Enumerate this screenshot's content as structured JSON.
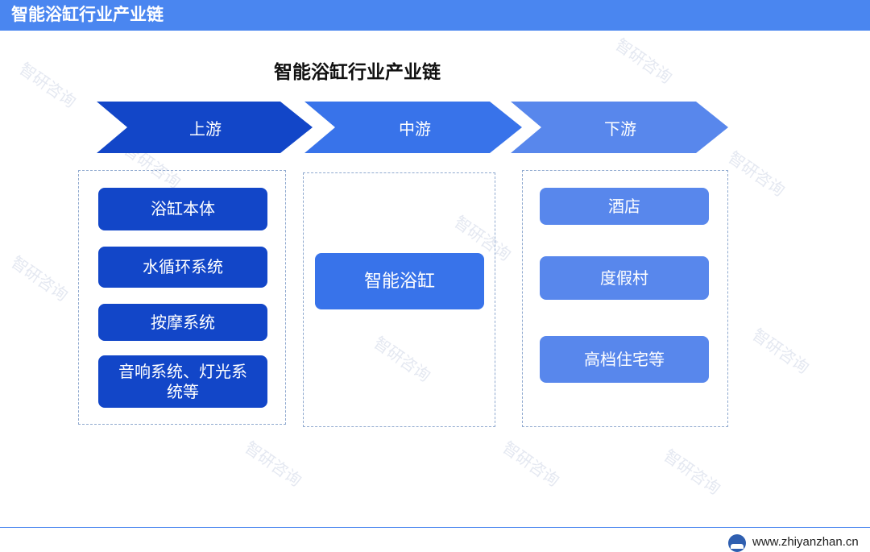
{
  "header": {
    "title": "智能浴缸行业产业链"
  },
  "diagram": {
    "title": "智能浴缸行业产业链",
    "stages": [
      {
        "label": "上游",
        "color": "#1246c8"
      },
      {
        "label": "中游",
        "color": "#3873ea"
      },
      {
        "label": "下游",
        "color": "#5887ec"
      }
    ],
    "upstream_items": [
      "浴缸本体",
      "水循环系统",
      "按摩系统",
      "音响系统、灯光系统等"
    ],
    "midstream_items": [
      "智能浴缸"
    ],
    "downstream_items": [
      "酒店",
      "度假村",
      "高档住宅等"
    ]
  },
  "footer": {
    "url": "www.zhiyanzhan.cn"
  },
  "watermark": {
    "text": "智研咨询"
  }
}
